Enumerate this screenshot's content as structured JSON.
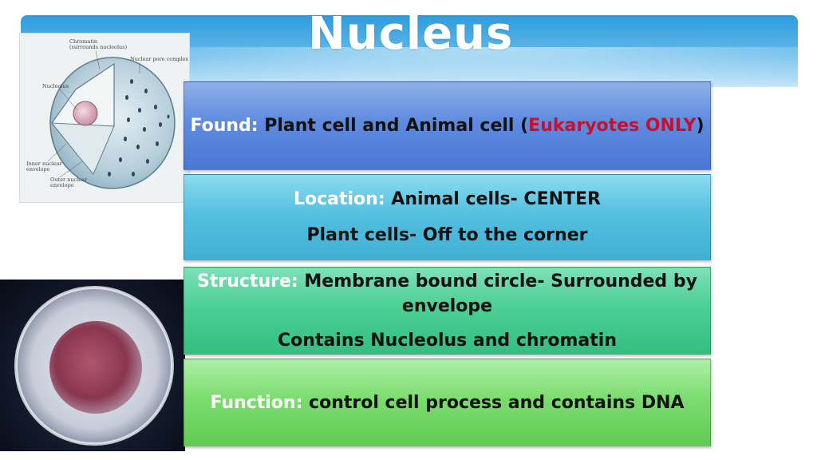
{
  "slide": {
    "title": "Nucleus"
  },
  "diagram": {
    "labels": {
      "chromatin": "Chromatin",
      "chromatin_sub": "(surrounds nucleolus)",
      "pore": "Nuclear pore complex",
      "nucleolus": "Nucleolus",
      "inner": "Inner nuclear",
      "inner2": "envelope",
      "outer": "Outer nuclear",
      "outer2": "envelope"
    }
  },
  "boxes": {
    "found": {
      "key": "Found:",
      "text": " Plant cell and Animal cell (",
      "highlight": "Eukaryotes ONLY",
      "close": ")"
    },
    "location": {
      "key": "Location:",
      "line1": " Animal cells- CENTER",
      "line2": "Plant cells- Off to the corner"
    },
    "structure": {
      "key": "Structure:",
      "line1": " Membrane bound circle- Surrounded by envelope",
      "line2": "Contains Nucleolus and chromatin"
    },
    "function": {
      "key": "Function:",
      "text": " control cell process and  contains DNA"
    }
  },
  "colors": {
    "keyword": "#ffffff",
    "highlight": "#c8102e",
    "banner": "#2f9bdc"
  }
}
